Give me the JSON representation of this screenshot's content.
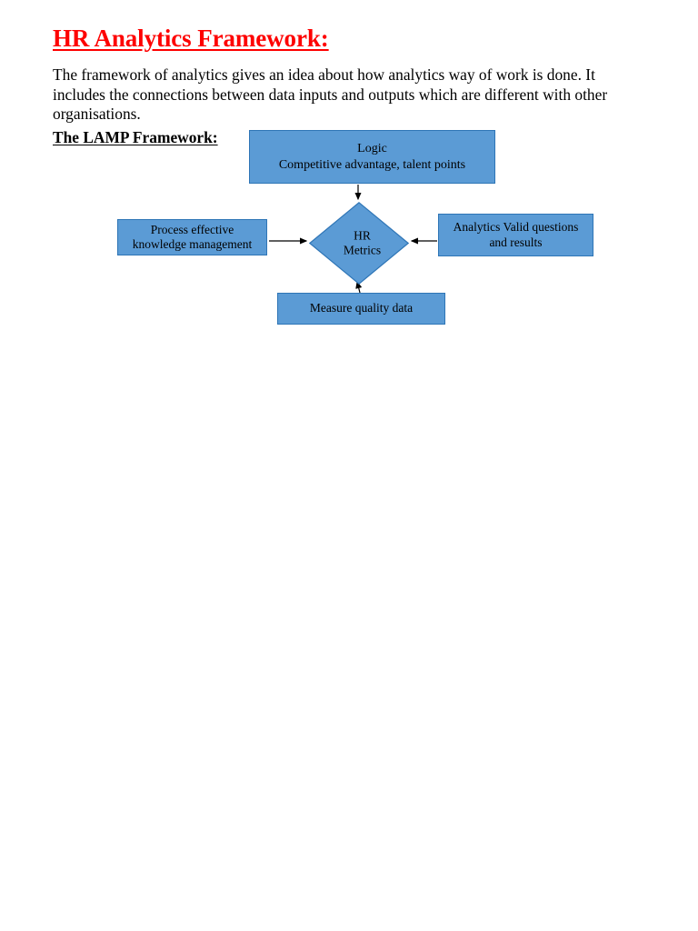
{
  "document": {
    "title": "HR Analytics Framework:",
    "title_color": "#fe0000",
    "paragraph": "The framework of analytics gives an idea about how analytics way of work is done. It includes the connections between data inputs and outputs which are different with other organisations.",
    "subheading": "The LAMP Framework:"
  },
  "diagram": {
    "name": "LAMP Framework diagram",
    "fill_color": "#5b9bd5",
    "border_color": "#2e75b6",
    "center": {
      "line1": "HR",
      "line2": "Metrics",
      "shape": "diamond"
    },
    "nodes": [
      {
        "id": "logic",
        "line1": "Logic",
        "line2": "Competitive advantage, talent points",
        "shape": "rectangle",
        "position": "top"
      },
      {
        "id": "process",
        "line1": "Process effective",
        "line2": "knowledge management",
        "shape": "rectangle",
        "position": "left"
      },
      {
        "id": "analytics",
        "line1": "Analytics Valid questions",
        "line2": "and results",
        "shape": "rectangle",
        "position": "right"
      },
      {
        "id": "measure",
        "line1": "Measure quality data",
        "line2": "",
        "shape": "rectangle",
        "position": "bottom"
      }
    ],
    "connectors": [
      {
        "from": "logic",
        "to": "center",
        "direction": "down"
      },
      {
        "from": "process",
        "to": "center",
        "direction": "right"
      },
      {
        "from": "analytics",
        "to": "center",
        "direction": "left"
      },
      {
        "from": "measure",
        "to": "center",
        "direction": "up"
      }
    ]
  }
}
